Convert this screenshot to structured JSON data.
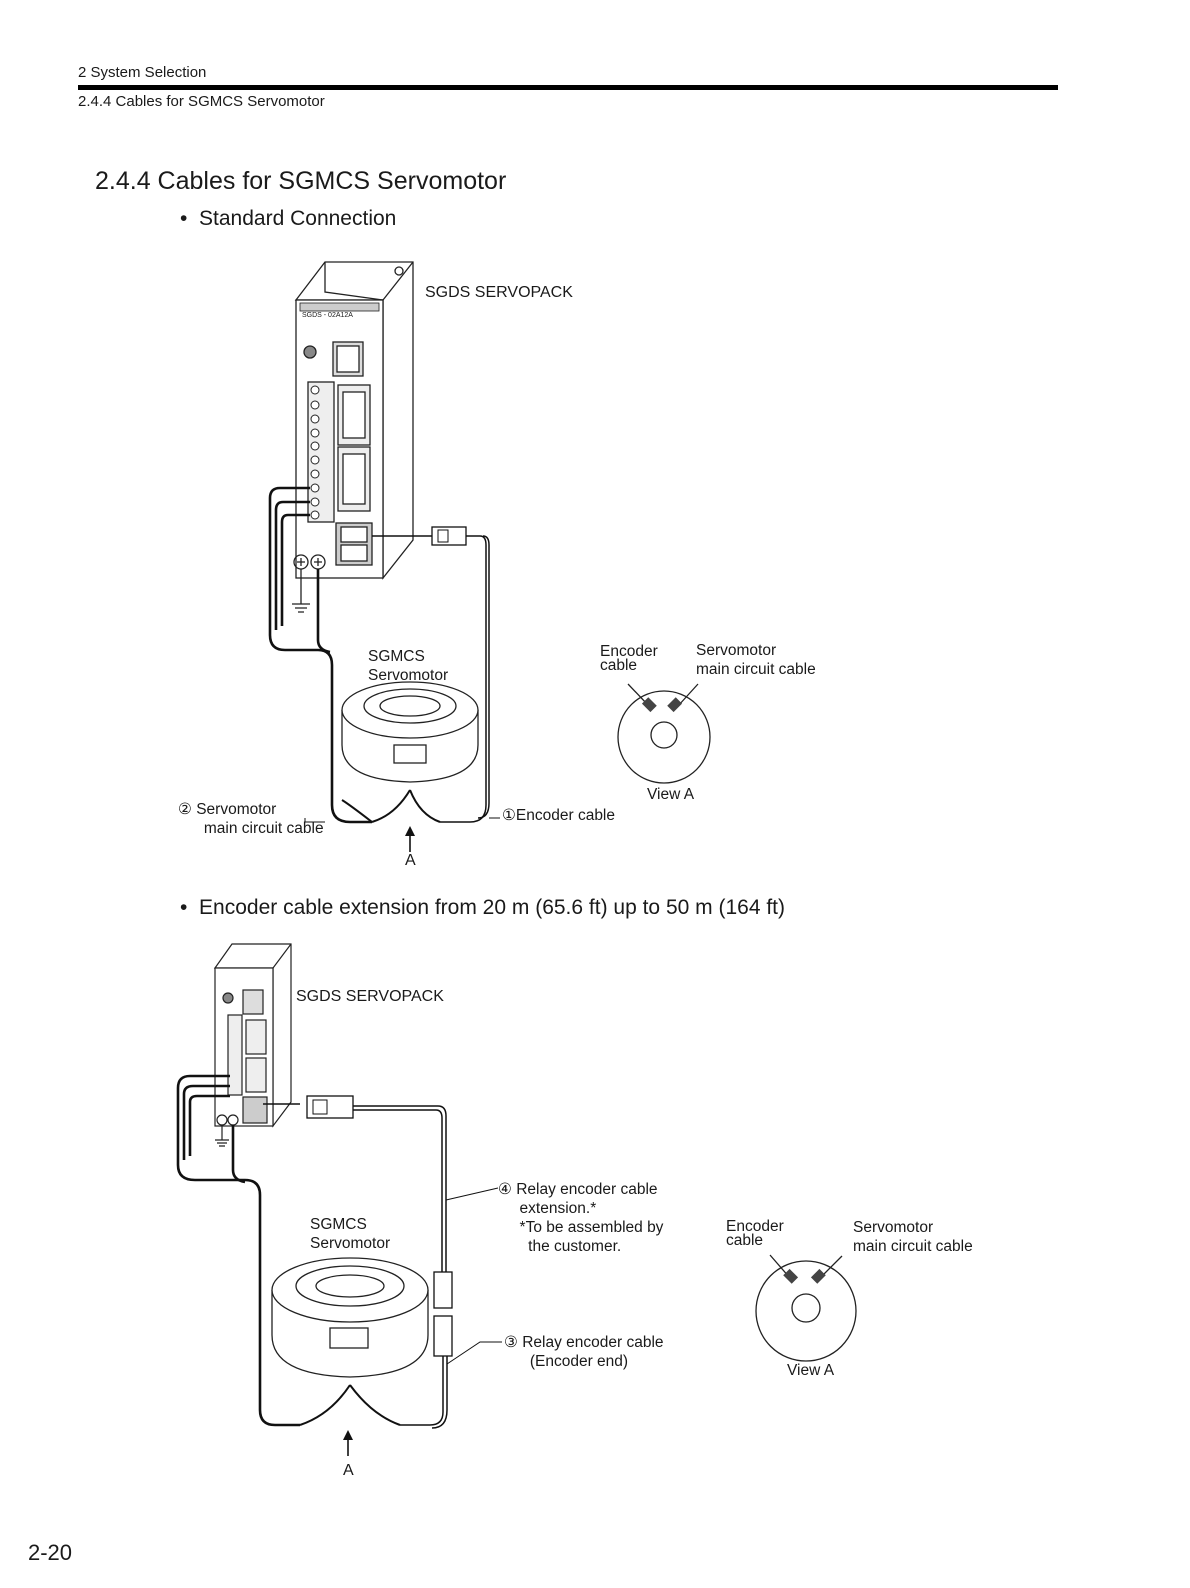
{
  "header": {
    "chapter": "2  System Selection",
    "section": "2.4.4  Cables for SGMCS Servomotor"
  },
  "title": "2.4.4  Cables for SGMCS Servomotor",
  "bullets": {
    "standard": "Standard Connection",
    "extension": "Encoder cable extension from 20 m (65.6 ft) up to 50 m (164 ft)"
  },
  "diagram1": {
    "servopack": "SGDS SERVOPACK",
    "model": "SGDS - 02A12A",
    "motor_line1": "SGMCS",
    "motor_line2": "Servomotor",
    "enc_num": "①",
    "enc_label": "Encoder cable",
    "main_num": "②",
    "main_line1": "Servomotor",
    "main_line2": "main circuit cable",
    "arrow": "A",
    "viewa": {
      "enc_line1": "Encoder",
      "enc_line2": "cable",
      "main_line1": "Servomotor",
      "main_line2": "main circuit cable",
      "caption": "View A"
    }
  },
  "diagram2": {
    "servopack": "SGDS SERVOPACK",
    "motor_line1": "SGMCS",
    "motor_line2": "Servomotor",
    "relay4_num": "④",
    "relay4_line1": "Relay encoder cable",
    "relay4_line2": "extension.*",
    "relay4_note1": "*To be assembled by",
    "relay4_note2": "the customer.",
    "relay3_num": "③",
    "relay3_line1": "Relay encoder cable",
    "relay3_line2": "(Encoder end)",
    "arrow": "A",
    "viewa": {
      "enc_line1": "Encoder",
      "enc_line2": "cable",
      "main_line1": "Servomotor",
      "main_line2": "main circuit cable",
      "caption": "View A"
    }
  },
  "page_number": "2-20"
}
